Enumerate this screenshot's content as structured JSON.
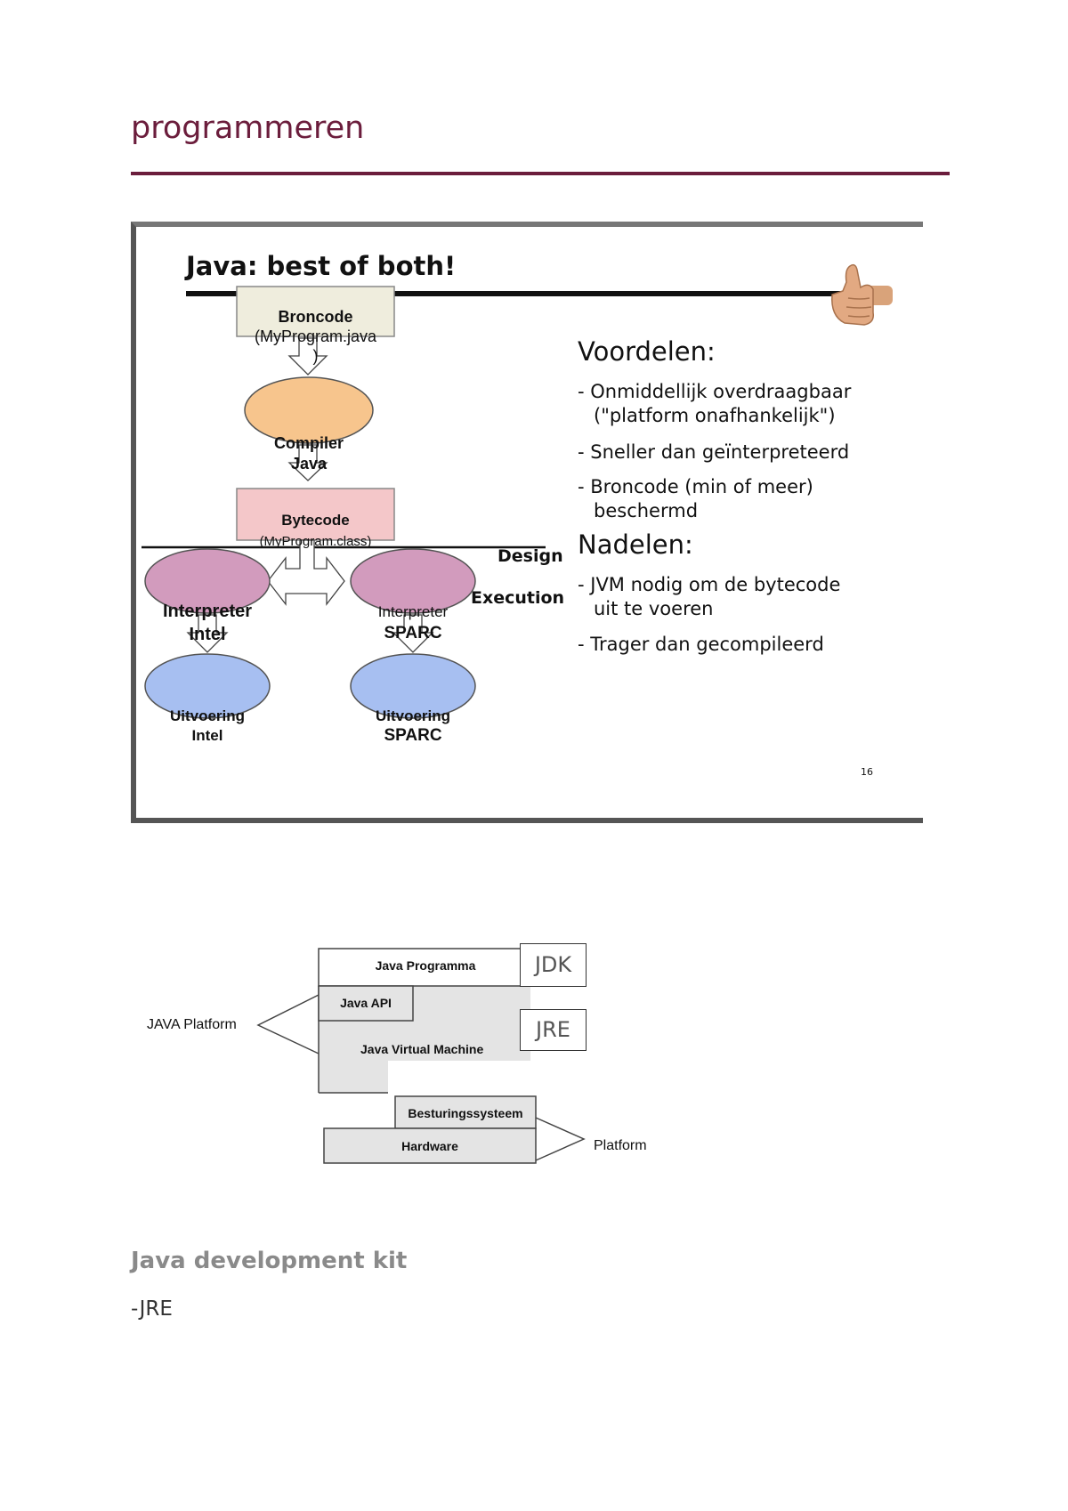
{
  "header": {
    "title": "programmeren"
  },
  "slide": {
    "title": "Java: best of both!",
    "flow": {
      "broncode": [
        "Broncode",
        "(MyProgram.java",
        ")"
      ],
      "compiler": [
        "Compiler",
        "Java"
      ],
      "bytecode": [
        "Bytecode",
        "(MyProgram.class)"
      ],
      "design_label": "Design",
      "execution_label": "Execution",
      "interpreter_intel": [
        "Interpreter",
        "Intel"
      ],
      "interpreter_sparc": [
        "Interpreter",
        "SPARC"
      ],
      "uitvoering_intel": [
        "Uitvoering",
        "Intel"
      ],
      "uitvoering_sparc": [
        "Uitvoering",
        "SPARC"
      ]
    },
    "voordelen": {
      "heading": "Voordelen:",
      "items": [
        [
          "- Onmiddellijk overdraagbaar",
          "(\"platform onafhankelijk\")"
        ],
        [
          "- Sneller dan geïnterpreteerd"
        ],
        [
          "- Broncode (min of meer)",
          "beschermd"
        ]
      ]
    },
    "nadelen": {
      "heading": "Nadelen:",
      "items": [
        [
          "- JVM nodig om de bytecode",
          "uit te voeren"
        ],
        [
          "- Trager dan gecompileerd"
        ]
      ]
    },
    "page_number": "16"
  },
  "jdk_diagram": {
    "java_programma": "Java Programma",
    "java_api": "Java API",
    "jvm": "Java Virtual Machine",
    "besturingssysteem": "Besturingssysteem",
    "hardware": "Hardware",
    "java_platform": "JAVA Platform",
    "platform": "Platform",
    "jdk_tag": "JDK",
    "jre_tag": "JRE"
  },
  "section": {
    "heading": "Java development kit",
    "line1": "-JRE"
  },
  "colors": {
    "accent": "#6b1d3c",
    "broncode_fill": "#efeddd",
    "compiler_fill": "#f7c58d",
    "bytecode_fill": "#f4c7c9",
    "interpreter_fill": "#d29bbd",
    "uitvoering_fill": "#a7bff1"
  }
}
